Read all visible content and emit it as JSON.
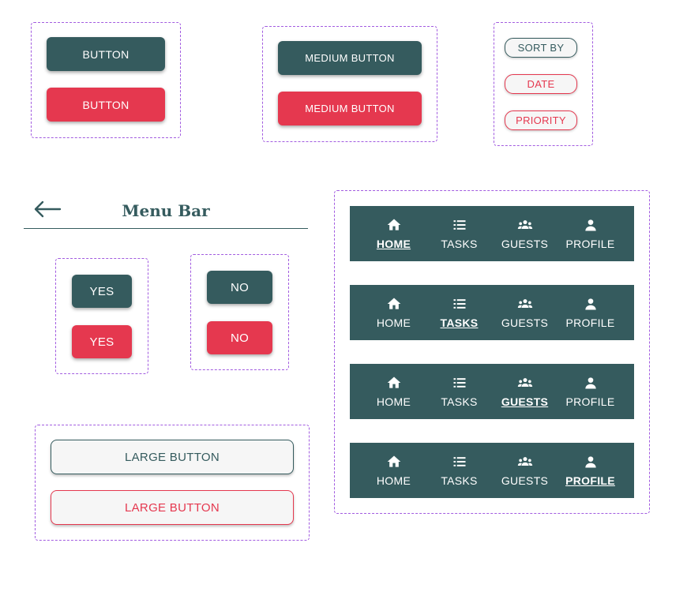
{
  "colors": {
    "accent_teal": "#355b5e",
    "accent_red": "#e5384f",
    "frame_border": "#a25ce0",
    "outline_bg": "#f6f6f6"
  },
  "small_buttons": {
    "primary": "BUTTON",
    "secondary": "BUTTON"
  },
  "medium_buttons": {
    "primary": "MEDIUM BUTTON",
    "secondary": "MEDIUM BUTTON"
  },
  "sort_pills": {
    "sort_by": "SORT BY",
    "date": "DATE",
    "priority": "PRIORITY"
  },
  "menu_bar": {
    "title": "Menu Bar",
    "back_icon": "arrow-left-icon"
  },
  "yes_buttons": {
    "primary": "YES",
    "secondary": "YES"
  },
  "no_buttons": {
    "primary": "NO",
    "secondary": "NO"
  },
  "large_buttons": {
    "primary": "LARGE BUTTON",
    "secondary": "LARGE BUTTON"
  },
  "navbars": [
    {
      "active": "home",
      "items": [
        {
          "label": "HOME",
          "icon": "home-icon"
        },
        {
          "label": "TASKS",
          "icon": "list-icon"
        },
        {
          "label": "GUESTS",
          "icon": "group-icon"
        },
        {
          "label": "PROFILE",
          "icon": "person-icon"
        }
      ]
    },
    {
      "active": "tasks",
      "items": [
        {
          "label": "HOME",
          "icon": "home-icon"
        },
        {
          "label": "TASKS",
          "icon": "list-icon"
        },
        {
          "label": "GUESTS",
          "icon": "group-icon"
        },
        {
          "label": "PROFILE",
          "icon": "person-icon"
        }
      ]
    },
    {
      "active": "guests",
      "items": [
        {
          "label": "HOME",
          "icon": "home-icon"
        },
        {
          "label": "TASKS",
          "icon": "list-icon"
        },
        {
          "label": "GUESTS",
          "icon": "group-icon"
        },
        {
          "label": "PROFILE",
          "icon": "person-icon"
        }
      ]
    },
    {
      "active": "profile",
      "items": [
        {
          "label": "HOME",
          "icon": "home-icon"
        },
        {
          "label": "TASKS",
          "icon": "list-icon"
        },
        {
          "label": "GUESTS",
          "icon": "group-icon"
        },
        {
          "label": "PROFILE",
          "icon": "person-icon"
        }
      ]
    }
  ]
}
